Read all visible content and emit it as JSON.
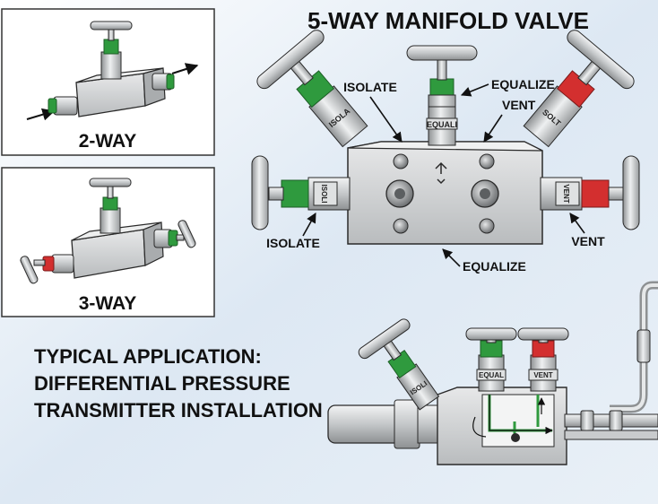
{
  "main_title": "5-WAY MANIFOLD VALVE",
  "panels": {
    "two_way": {
      "caption": "2-WAY"
    },
    "three_way": {
      "caption": "3-WAY"
    }
  },
  "callouts": {
    "isolate_top": "ISOLATE",
    "equalize_top": "EQUALIZE",
    "vent_top": "VENT",
    "isolate_left": "ISOLATE",
    "vent_right": "VENT",
    "equalize_bottom": "EQUALIZE"
  },
  "stamps": {
    "isola_upper_left": "ISOLA",
    "isoli_left": "ISOLI",
    "equali_center": "EQUALI",
    "solt_upper_right": "SOLT",
    "vent_right": "VENT",
    "isoli_app": "ISOLI",
    "equal_app": "EQUAL",
    "vent_app": "VENT"
  },
  "application_heading": {
    "line1": "TYPICAL APPLICATION:",
    "line2": "DIFFERENTIAL PRESSURE",
    "line3": "TRANSMITTER INSTALLATION"
  },
  "colors": {
    "background": "#e3ecf5",
    "panel_border": "#333333",
    "steel": "#c9cbcd",
    "steel_dark": "#8f9294",
    "handle_green": "#2f9a3e",
    "handle_red": "#d32f2f",
    "outline": "#2a2a2a"
  }
}
